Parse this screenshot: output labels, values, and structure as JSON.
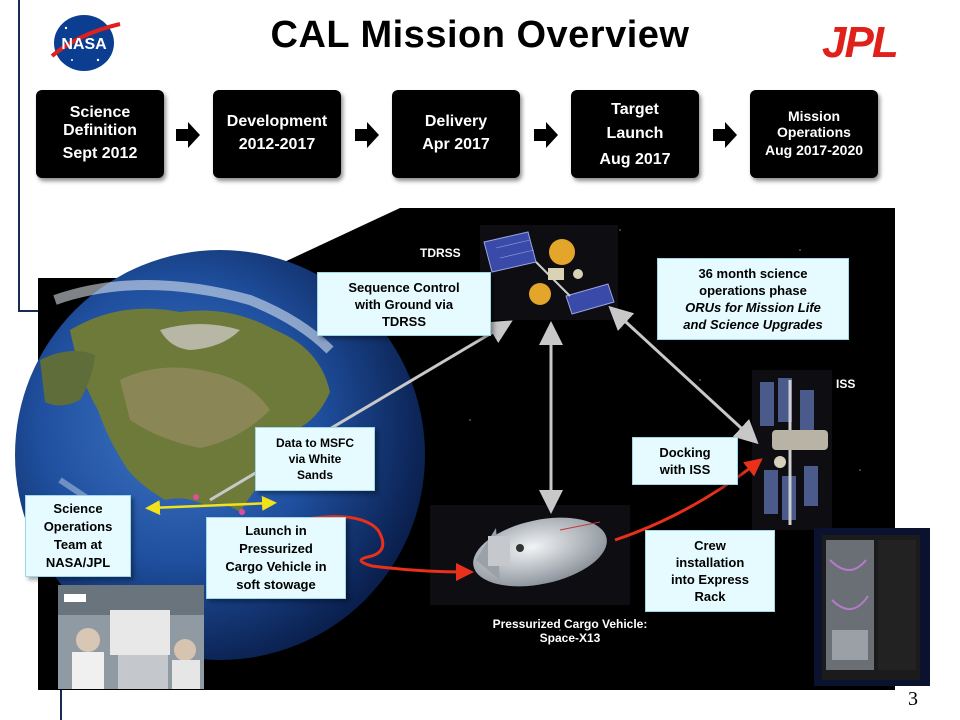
{
  "header": {
    "title": "CAL Mission Overview",
    "nasa_logo_text": "NASA",
    "jpl_logo_text": "JPL"
  },
  "timeline": [
    {
      "title": "Science Definition",
      "date": "Sept 2012"
    },
    {
      "title": "Development",
      "date": "2012-2017"
    },
    {
      "title": "Delivery",
      "date": "Apr 2017"
    },
    {
      "title": "Target Launch",
      "date": "Aug 2017"
    },
    {
      "title": "Mission Operations",
      "date": "Aug 2017-2020"
    }
  ],
  "labels": {
    "tdrss": "TDRSS",
    "iss": "ISS",
    "cargo_vehicle_line1": "Pressurized Cargo Vehicle:",
    "cargo_vehicle_line2": "Space-X13"
  },
  "callouts": {
    "sequence_control": [
      "Sequence Control",
      "with Ground via",
      "TDRSS"
    ],
    "science_ops_phase": [
      "36 month science",
      "operations phase"
    ],
    "orus": [
      "ORUs for Mission Life",
      "and Science Upgrades"
    ],
    "data_to_msfc": [
      "Data to MSFC",
      "via White",
      "Sands"
    ],
    "science_team": [
      "Science",
      "Operations",
      "Team at",
      "NASA/JPL"
    ],
    "launch": [
      "Launch in",
      "Pressurized",
      "Cargo Vehicle in",
      "soft stowage"
    ],
    "docking": [
      "Docking",
      "with ISS"
    ],
    "crew_install": [
      "Crew",
      "installation",
      "into Express",
      "Rack"
    ]
  },
  "page_number": "3",
  "colors": {
    "frame": "#1b2a55",
    "callout_bg": "#e6fbff",
    "step_bg": "#000000",
    "jpl_red": "#e0201b",
    "arrow_gray": "#c8c8c8",
    "arrow_red": "#e8301a",
    "arrow_yellow": "#f2e21a"
  }
}
